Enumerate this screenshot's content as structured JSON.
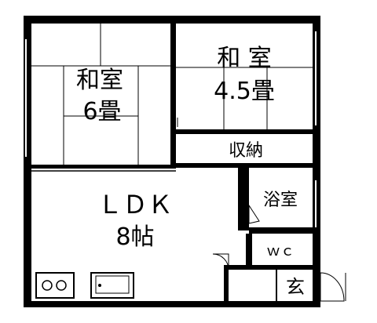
{
  "rooms": {
    "washitsu_6": {
      "name": "和室",
      "size": "6畳"
    },
    "washitsu_45": {
      "name": "和 室",
      "size": "4.5畳"
    },
    "storage": {
      "name": "収納"
    },
    "ldk": {
      "name": "ＬＤＫ",
      "size": "8帖"
    },
    "bath": {
      "name": "浴室"
    },
    "wc": {
      "name": "ｗｃ"
    },
    "entrance": {
      "name": "玄"
    }
  },
  "colors": {
    "wall": "#000000",
    "line": "#000000",
    "background": "#ffffff"
  }
}
